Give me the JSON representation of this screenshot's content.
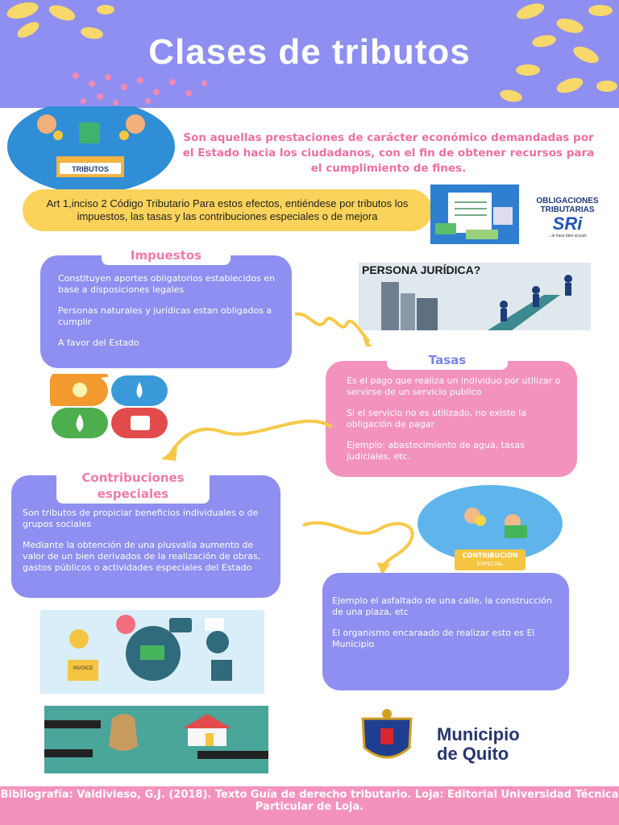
{
  "title": "Clases de tributos",
  "intro": "Son aquellas prestaciones de carácter económico demandadas por el Estado hacia los ciudadanos, con el fin de obtener recursos para el cumplimiento de fines.",
  "law_note": "Art 1,inciso 2 Código Tributario Para estos efectos, entiéndese por tributos los impuestos, las tasas y las contribuciones especiales o de mejora",
  "top_illustration": {
    "box_label": "TRIBUTOS"
  },
  "sri_logo": {
    "line1": "OBLIGACIONES",
    "line2": "TRIBUTARIAS",
    "brand": "SRi",
    "tagline": "...le hace bien al país"
  },
  "persona_image": {
    "caption": "PERSONA JURÍDICA?"
  },
  "impuestos": {
    "label": "Impuestos",
    "items": [
      "Constituyen aportes obligatorios establecidos en base a disposiciones legales",
      "Personas naturales y jurídicas estan obligados a cumplir",
      "A favor del Estado"
    ]
  },
  "tasas": {
    "label": "Tasas",
    "items": [
      "Es el pago que realiza un individuo por utilizar o servirse de un servicio publico",
      "Si el servicio no es utilizado, no existe la obligación de pagar",
      "Ejemplo: abastecimiento de agua, tasas judiciales, etc."
    ]
  },
  "contribuciones": {
    "label_line1": "Contribuciones",
    "label_line2": "especiales",
    "items": [
      "Son tributos de propiciar beneficios individuales o de grupos sociales",
      "Mediante la obtención de una plusvalía aumento de valor de un bien derivados de la realización de obras, gastos públicos o actividades especiales del Estado"
    ]
  },
  "ejemplo_card": {
    "items": [
      "Ejemplo el asfaltado de una calle, la construcción de una plaza, etc",
      "El organismo encaraado de realizar esto es El Municipio"
    ]
  },
  "contribucion_badge": {
    "line1": "CONTRIBUCIÓN",
    "line2": "ESPECIAL"
  },
  "invoice_label": "INVOICE",
  "municipio": {
    "line1": "Municipio",
    "line2": "de Quito"
  },
  "footer": "Bibliografía: Valdivieso, G.J. (2018). Texto Guía de derecho tributario. Loja: Editorial Universidad Técnica Particular de Loja.",
  "colors": {
    "header": "#8e8ff0",
    "pink": "#f393bd",
    "purple_card": "#8e8ff0",
    "yellow": "#fbd35a",
    "intro_text": "#ee6fa2"
  }
}
